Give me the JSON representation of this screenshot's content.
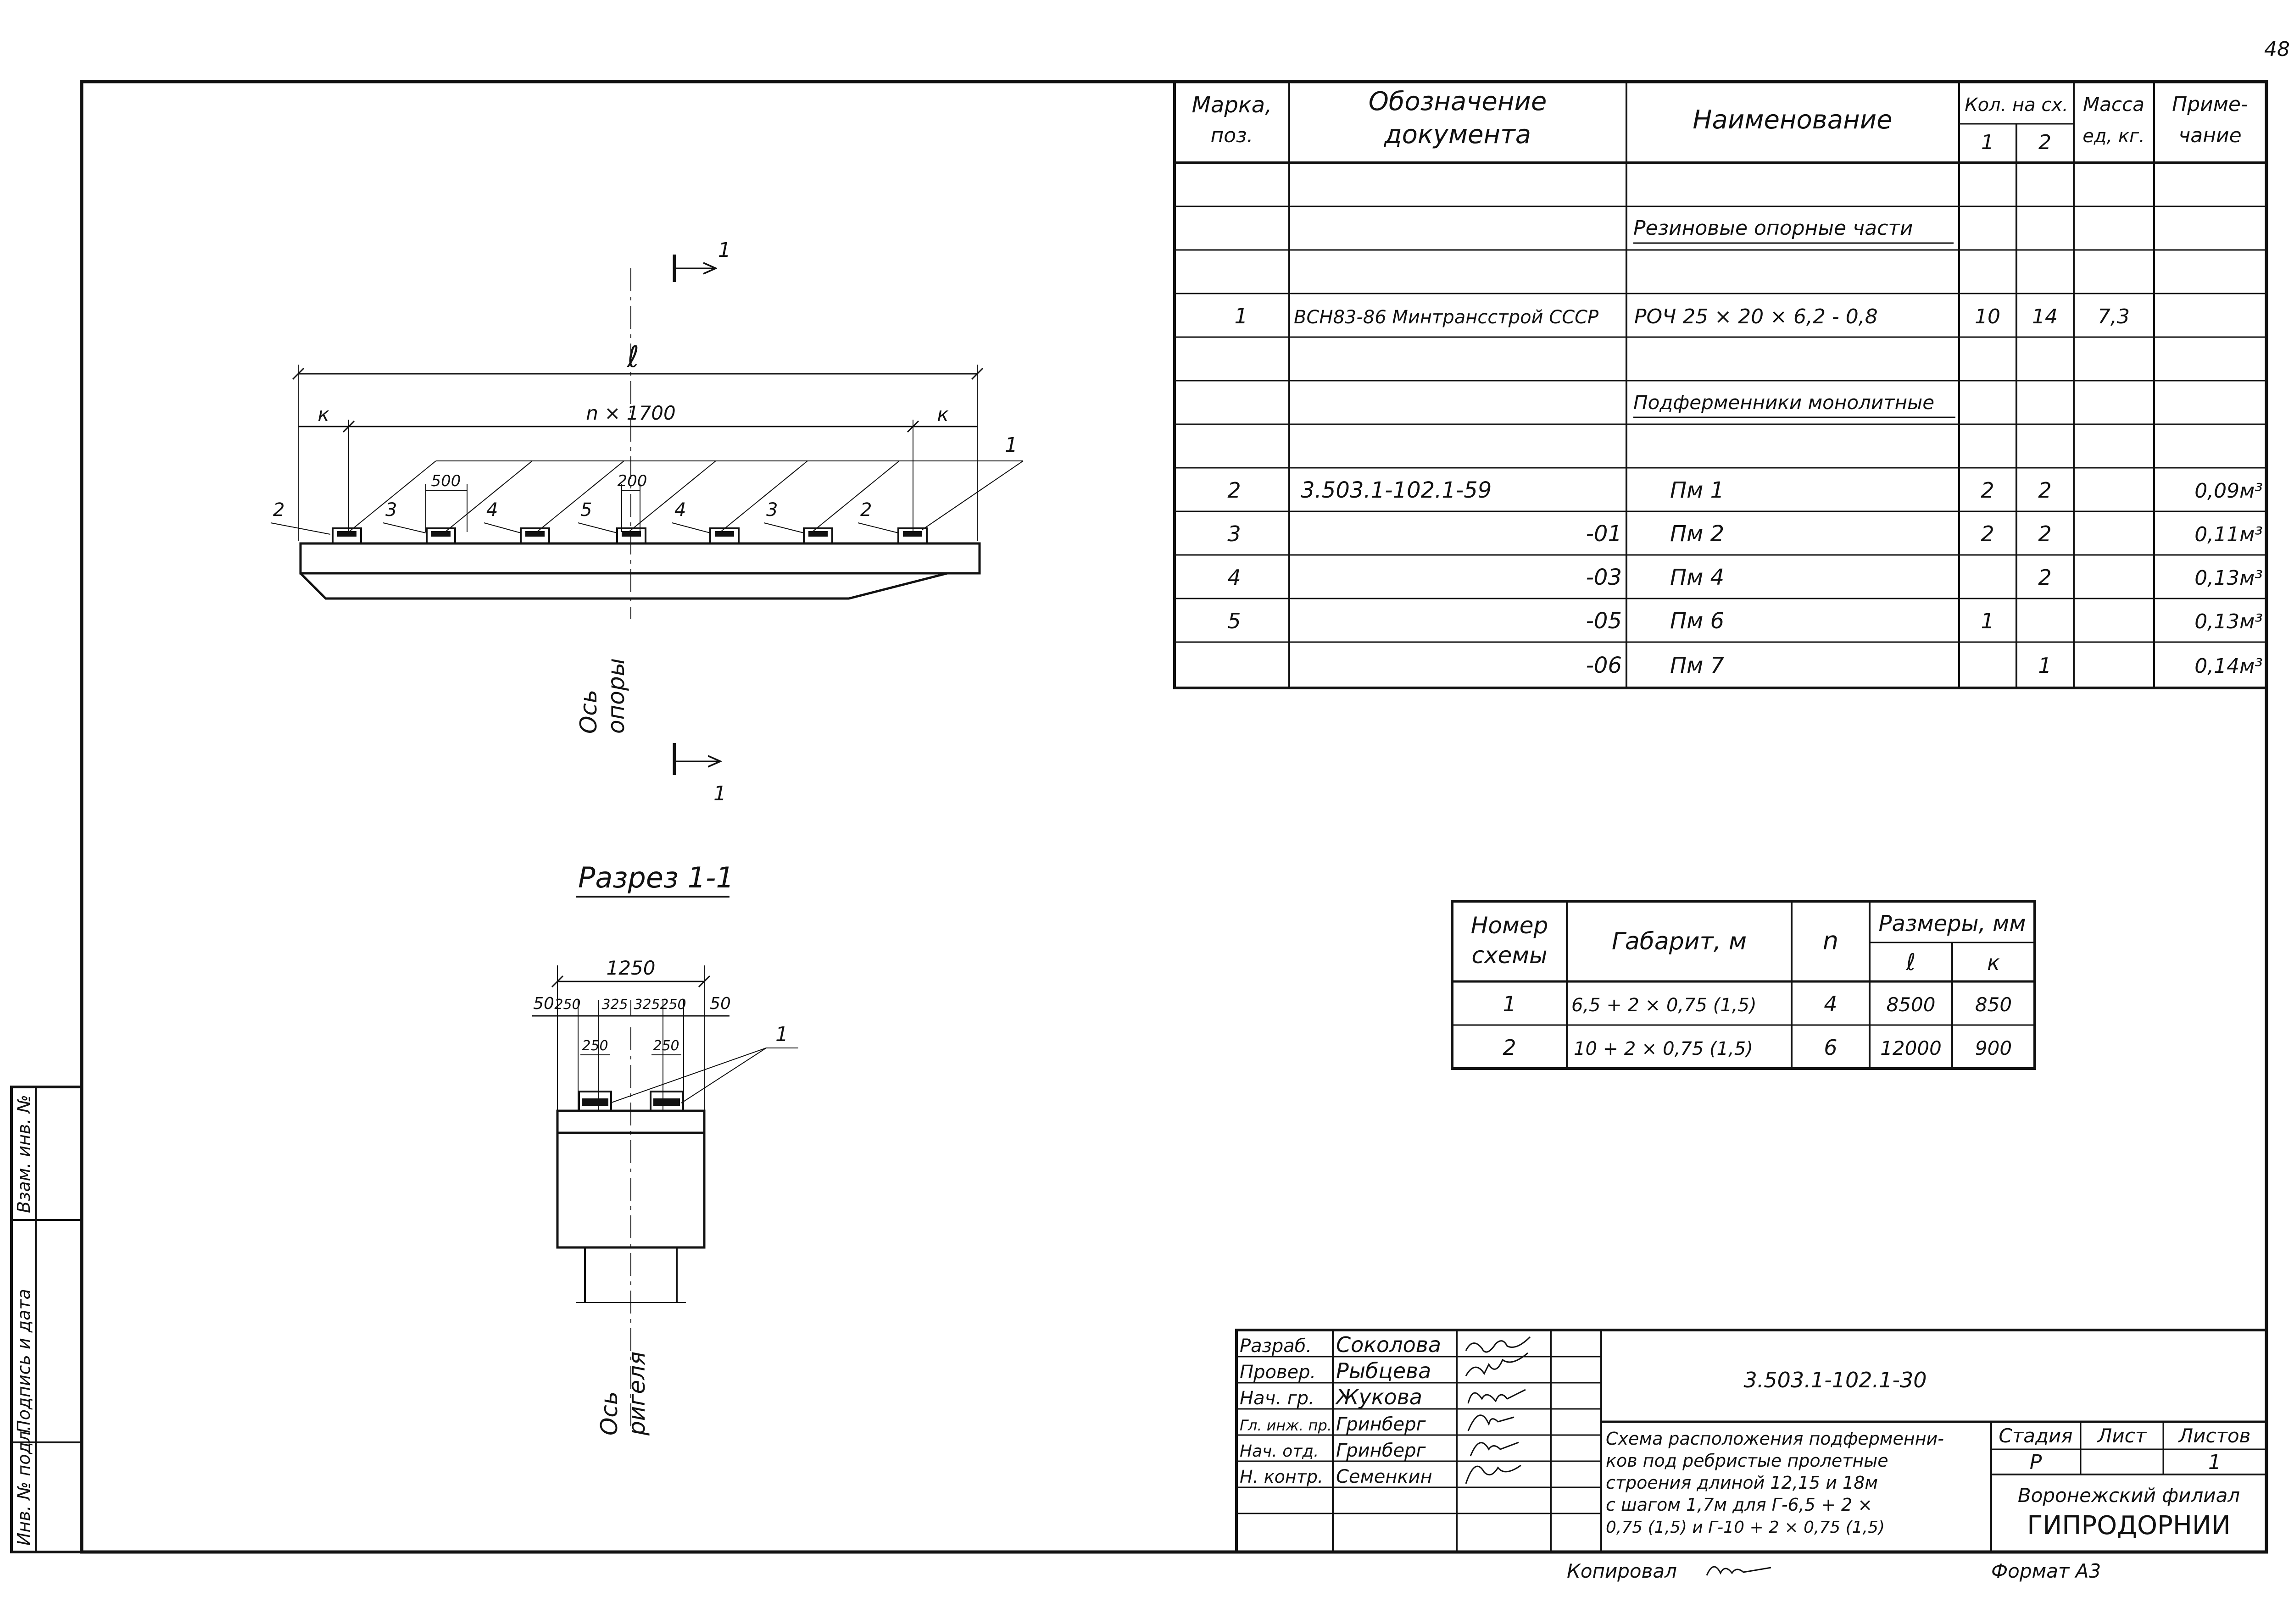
{
  "page_number": "48",
  "spec_table": {
    "headers": {
      "mark": [
        "Марка,",
        "поз."
      ],
      "designation": [
        "Обозначение",
        "документа"
      ],
      "name": "Наименование",
      "qty_group": "Кол. на сх.",
      "qty_1": "1",
      "qty_2": "2",
      "mass": [
        "Масса",
        "ед, кг."
      ],
      "note": [
        "Приме-",
        "чание"
      ]
    },
    "rows": [
      {
        "mark": "",
        "designation": "",
        "name": "",
        "q1": "",
        "q2": "",
        "mass": "",
        "note": ""
      },
      {
        "mark": "",
        "designation": "",
        "name": "Резиновые опорные части",
        "q1": "",
        "q2": "",
        "mass": "",
        "note": ""
      },
      {
        "mark": "",
        "designation": "",
        "name": "",
        "q1": "",
        "q2": "",
        "mass": "",
        "note": ""
      },
      {
        "mark": "1",
        "designation": "ВСН83-86 Минтрансстрой СССР",
        "name": "РОЧ  25 × 20 × 6,2 - 0,8",
        "q1": "10",
        "q2": "14",
        "mass": "7,3",
        "note": ""
      },
      {
        "mark": "",
        "designation": "",
        "name": "",
        "q1": "",
        "q2": "",
        "mass": "",
        "note": ""
      },
      {
        "mark": "",
        "designation": "",
        "name": "Подферменники монолитные",
        "q1": "",
        "q2": "",
        "mass": "",
        "note": ""
      },
      {
        "mark": "",
        "designation": "",
        "name": "",
        "q1": "",
        "q2": "",
        "mass": "",
        "note": ""
      },
      {
        "mark": "2",
        "designation": "3.503.1-102.1-59",
        "name": "Пм 1",
        "q1": "2",
        "q2": "2",
        "mass": "",
        "note": "0,09м³"
      },
      {
        "mark": "3",
        "designation": "-01",
        "name": "Пм 2",
        "q1": "2",
        "q2": "2",
        "mass": "",
        "note": "0,11м³"
      },
      {
        "mark": "4",
        "designation": "-03",
        "name": "Пм 4",
        "q1": "",
        "q2": "2",
        "mass": "",
        "note": "0,13м³"
      },
      {
        "mark": "5",
        "designation": "-05",
        "name": "Пм 6",
        "q1": "1",
        "q2": "",
        "mass": "",
        "note": "0,13м³"
      },
      {
        "mark": "",
        "designation": "-06",
        "name": "Пм 7",
        "q1": "",
        "q2": "1",
        "mass": "",
        "note": "0,14м³"
      }
    ]
  },
  "scheme_table": {
    "headers": {
      "num": [
        "Номер",
        "схемы"
      ],
      "gabarit": "Габарит, м",
      "n": "n",
      "sizes": "Размеры, мм",
      "l": "ℓ",
      "k": "к"
    },
    "rows": [
      {
        "num": "1",
        "gabarit": "6,5 + 2 × 0,75  (1,5)",
        "n": "4",
        "l": "8500",
        "k": "850"
      },
      {
        "num": "2",
        "gabarit": "10 + 2 × 0,75  (1,5)",
        "n": "6",
        "l": "12000",
        "k": "900"
      }
    ]
  },
  "plan_view": {
    "section_mark": "1",
    "dim_l": "ℓ",
    "dim_k": "к",
    "dim_n": "n × 1700",
    "dim_500": "500",
    "dim_200": "200",
    "leader_1": "1",
    "pos_labels": [
      "2",
      "3",
      "4",
      "5",
      "4",
      "3",
      "2"
    ],
    "axis_label": [
      "Ось",
      "опоры"
    ]
  },
  "section_view": {
    "title": "Разрез 1-1",
    "dim_1250": "1250",
    "dims_row": [
      "50",
      "250",
      "325",
      "325",
      "250",
      "50"
    ],
    "dim_250_a": "250",
    "dim_250_b": "250",
    "leader_1": "1",
    "axis_label": [
      "Ось",
      "ригеля"
    ]
  },
  "side_stamp": [
    "Инв. № подл.",
    "Подпись и дата",
    "Взам. инв. №"
  ],
  "title_block": {
    "roles": [
      "Разраб.",
      "Провер.",
      "Нач. гр.",
      "Гл. инж. пр.",
      "Нач. отд.",
      "Н. контр."
    ],
    "names": [
      "Соколова",
      "Рыбцева",
      "Жукова",
      "Гринберг",
      "Гринберг",
      "Семенкин"
    ],
    "doc_code": "3.503.1-102.1-30",
    "description": [
      "Схема расположения подферменни-",
      "ков под ребристые пролетные",
      "строения длиной 12,15 и 18м",
      "с шагом 1,7м для Г-6,5 + 2 ×",
      "0,75 (1,5) и Г-10 + 2 × 0,75 (1,5)"
    ],
    "stage_label": "Стадия",
    "sheet_label": "Лист",
    "sheets_label": "Листов",
    "stage": "Р",
    "sheet": "",
    "sheets": "1",
    "org": [
      "Воронежский филиал",
      "ГИПРОДОРНИИ"
    ]
  },
  "footer": {
    "copied": "Копировал",
    "format": "Формат А3"
  }
}
